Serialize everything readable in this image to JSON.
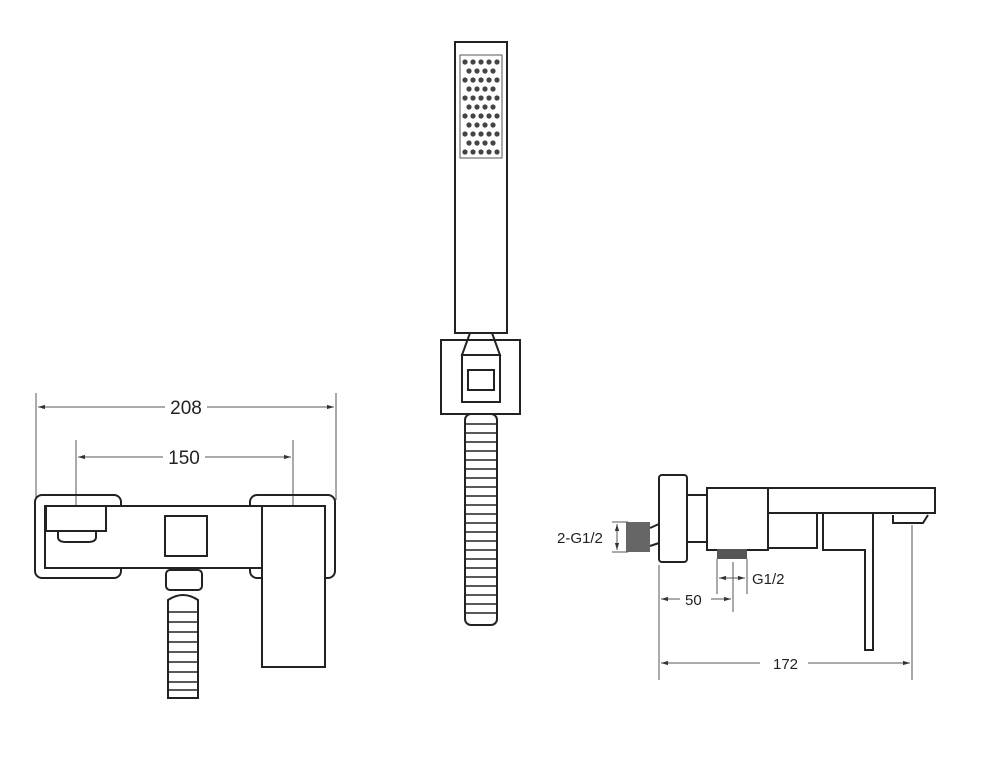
{
  "front_view": {
    "overall_width": "208",
    "center_distance": "150"
  },
  "side_view": {
    "inlet_thread": "2-G1/2",
    "outlet_thread": "G1/2",
    "outlet_offset": "50",
    "projection": "172"
  },
  "colors": {
    "line": "#222222",
    "background": "#ffffff"
  }
}
